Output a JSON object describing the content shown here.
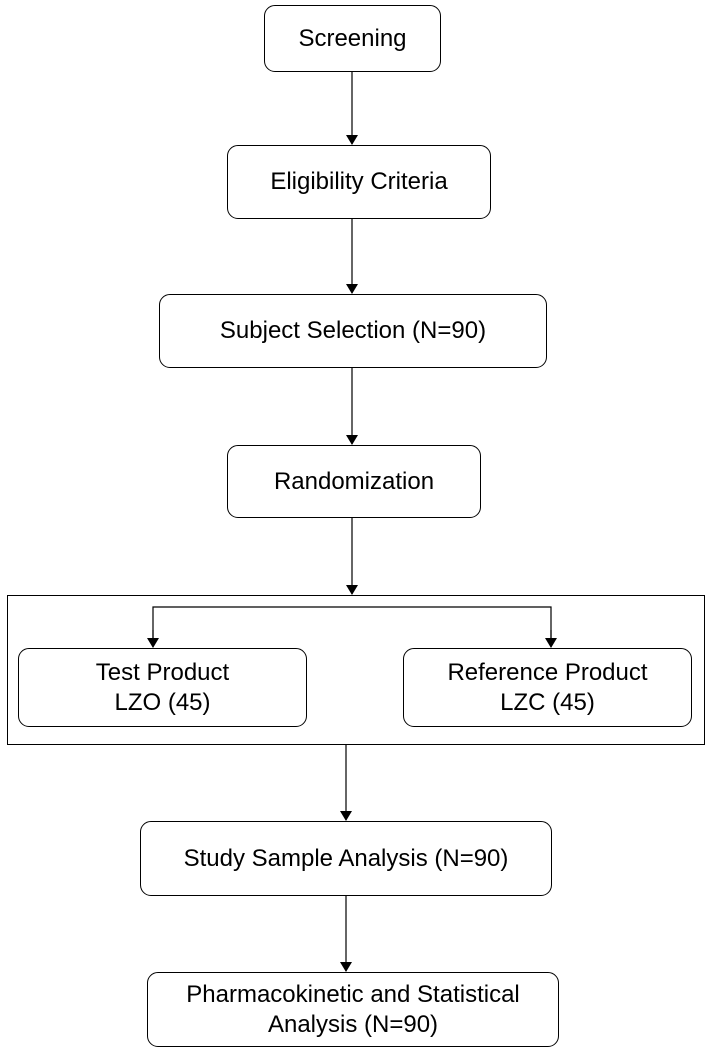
{
  "flowchart": {
    "screening": "Screening",
    "eligibility": "Eligibility Criteria",
    "selection": "Subject Selection (N=90)",
    "randomization": "Randomization",
    "test": {
      "line1": "Test Product",
      "line2": "LZO (45)"
    },
    "reference": {
      "line1": "Reference Product",
      "line2": "LZC (45)"
    },
    "sample_analysis": "Study Sample Analysis (N=90)",
    "pk": {
      "line1": "Pharmacokinetic and Statistical",
      "line2": "Analysis (N=90)"
    }
  }
}
